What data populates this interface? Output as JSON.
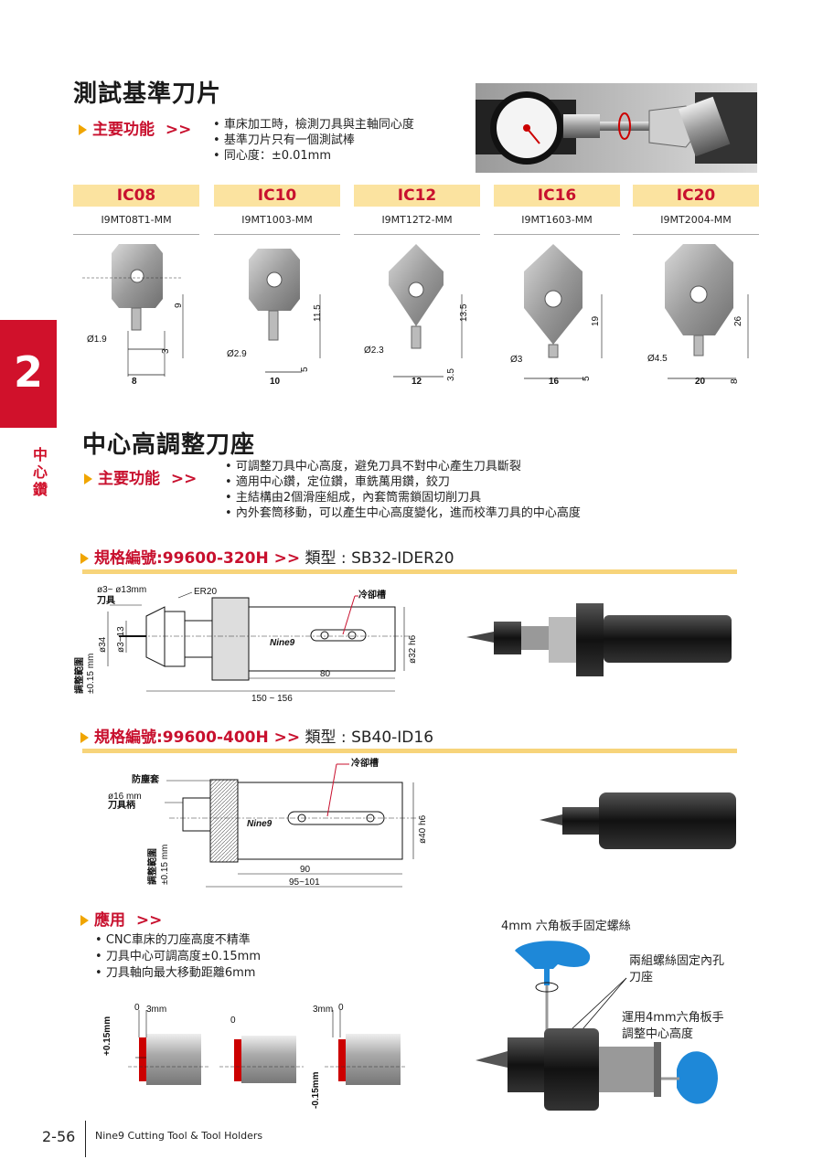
{
  "section1": {
    "title": "測試基準刀片",
    "func_label": "主要功能",
    "arrows": ">>",
    "bullets": [
      "車床加工時，檢測刀具與主軸同心度",
      "基準刀片只有一個測試棒",
      "同心度：±0.01mm"
    ]
  },
  "inserts": [
    {
      "code": "IC08",
      "part": "I9MT08T1-MM",
      "pin": "Ø1.9",
      "width": "8",
      "h1": "9",
      "h2": "3"
    },
    {
      "code": "IC10",
      "part": "I9MT1003-MM",
      "pin": "Ø2.9",
      "width": "10",
      "h1": "11.5",
      "h2": "5"
    },
    {
      "code": "IC12",
      "part": "I9MT12T2-MM",
      "pin": "Ø2.3",
      "width": "12",
      "h1": "13.5",
      "h2": "3.5"
    },
    {
      "code": "IC16",
      "part": "I9MT1603-MM",
      "pin": "Ø3",
      "width": "16",
      "h1": "19",
      "h2": "5"
    },
    {
      "code": "IC20",
      "part": "I9MT2004-MM",
      "pin": "Ø4.5",
      "width": "20",
      "h1": "26",
      "h2": "8"
    }
  ],
  "side_tab": {
    "number": "2",
    "label": "中心鑽"
  },
  "section2": {
    "title": "中心高調整刀座",
    "func_label": "主要功能",
    "arrows": ">>",
    "bullets": [
      "可調整刀具中心高度，避免刀具不對中心產生刀具斷裂",
      "適用中心鑽，定位鑽，車銑萬用鑽，鉸刀",
      "主結構由2個滑座組成，內套筒需鎖固切削刀具",
      "內外套筒移動，可以產生中心高度變化，進而校準刀具的中心高度"
    ]
  },
  "spec1": {
    "label": "規格編號:99600-320H >>",
    "type": " 類型 : SB32-IDER20",
    "tool_range": "ø3~ ø13mm",
    "tool_label": "刀具",
    "er": "ER20",
    "coolant": "冷卻槽",
    "d34": "ø34",
    "d3_13": "ø3~13",
    "d32": "ø32 h6",
    "len80": "80",
    "len150": "150 ~ 156",
    "adjust_label": "調整範圍",
    "adjust_value": "±0.15 mm",
    "brand": "Nine9"
  },
  "spec2": {
    "label": "規格編號:99600-400H >>",
    "type": " 類型 : SB40-ID16",
    "dust": "防塵套",
    "shank_size": "ø16 mm",
    "shank_label": "刀具柄",
    "coolant": "冷卻槽",
    "d40": "ø40 h6",
    "len90": "90",
    "len95": "95~101",
    "adjust_label": "調整範圍",
    "adjust_value": "±0.15 mm",
    "brand": "Nine9"
  },
  "application": {
    "label": "應用",
    "arrows": ">>",
    "bullets": [
      "CNC車床的刀座高度不精準",
      "刀具中心可調高度±0.15mm",
      "刀具軸向最大移動距離6mm"
    ],
    "d_plus": "+0.15mm",
    "d_minus": "-0.15mm",
    "zero": "0",
    "three": "3mm"
  },
  "annotations": {
    "hex_screw": "4mm 六角板手固定螺絲",
    "two_screws": "兩組螺絲固定內孔",
    "seat": "刀座",
    "use_wrench": "運用4mm六角板手",
    "adjust_center": "調整中心高度"
  },
  "footer": {
    "page": "2-56",
    "text": "Nine9 Cutting Tool & Tool Holders"
  }
}
